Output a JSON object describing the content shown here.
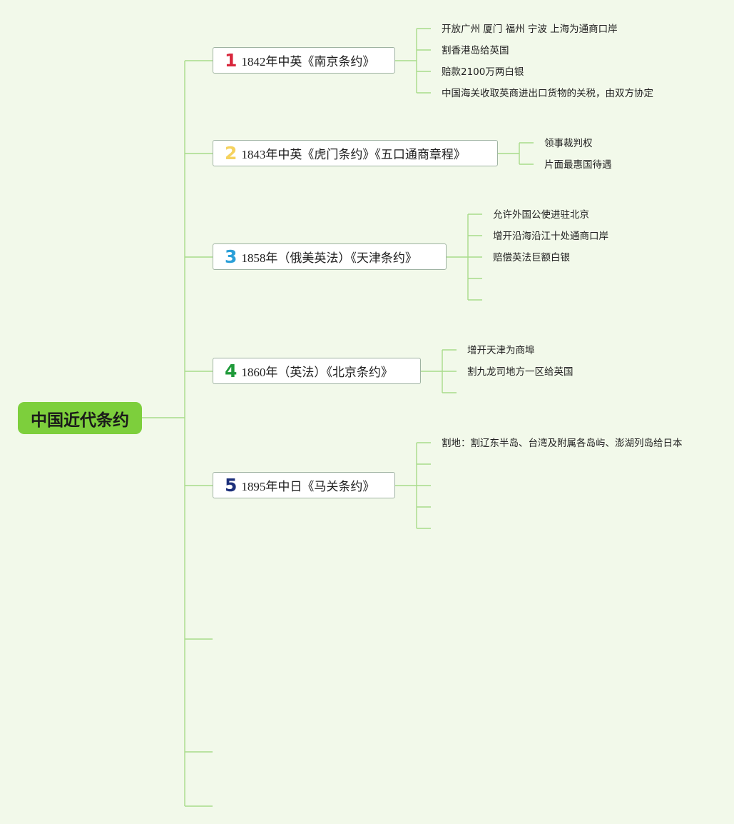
{
  "root": {
    "title": "中国近代条约"
  },
  "branches": [
    {
      "number": "1",
      "number_color": "#d8263c",
      "label": "1842年中英《南京条约》",
      "items": [
        "开放广州 厦门 福州 宁波 上海为通商口岸",
        "割香港岛给英国",
        "赔款2100万两白银",
        "中国海关收取英商进出口货物的关税，由双方协定"
      ]
    },
    {
      "number": "2",
      "number_color": "#f5d25e",
      "label": "1843年中英《虎门条约》《五口通商章程》",
      "items": [
        "领事裁判权",
        "片面最惠国待遇"
      ]
    },
    {
      "number": "3",
      "number_color": "#2a9fd8",
      "label": "1858年（俄美英法）《天津条约》",
      "items": [
        "允许外国公使进驻北京",
        "增开沿海沿江十处通商口岸",
        "赔偿英法巨额白银",
        "",
        ""
      ]
    },
    {
      "number": "4",
      "number_color": "#1f9a3a",
      "label": "1860年（英法）《北京条约》",
      "items": [
        "增开天津为商埠",
        "割九龙司地方一区给英国",
        ""
      ]
    },
    {
      "number": "5",
      "number_color": "#1c2f7a",
      "label": "1895年中日《马关条约》",
      "items": [
        "割地：割辽东半岛、台湾及附属各岛屿、澎湖列岛给日本",
        "",
        "",
        "",
        ""
      ]
    }
  ],
  "colors": {
    "background": "#f2f9ea",
    "root": "#7dcf3c",
    "connector": "#a8dc8a",
    "node_border": "#9fb3a2"
  }
}
